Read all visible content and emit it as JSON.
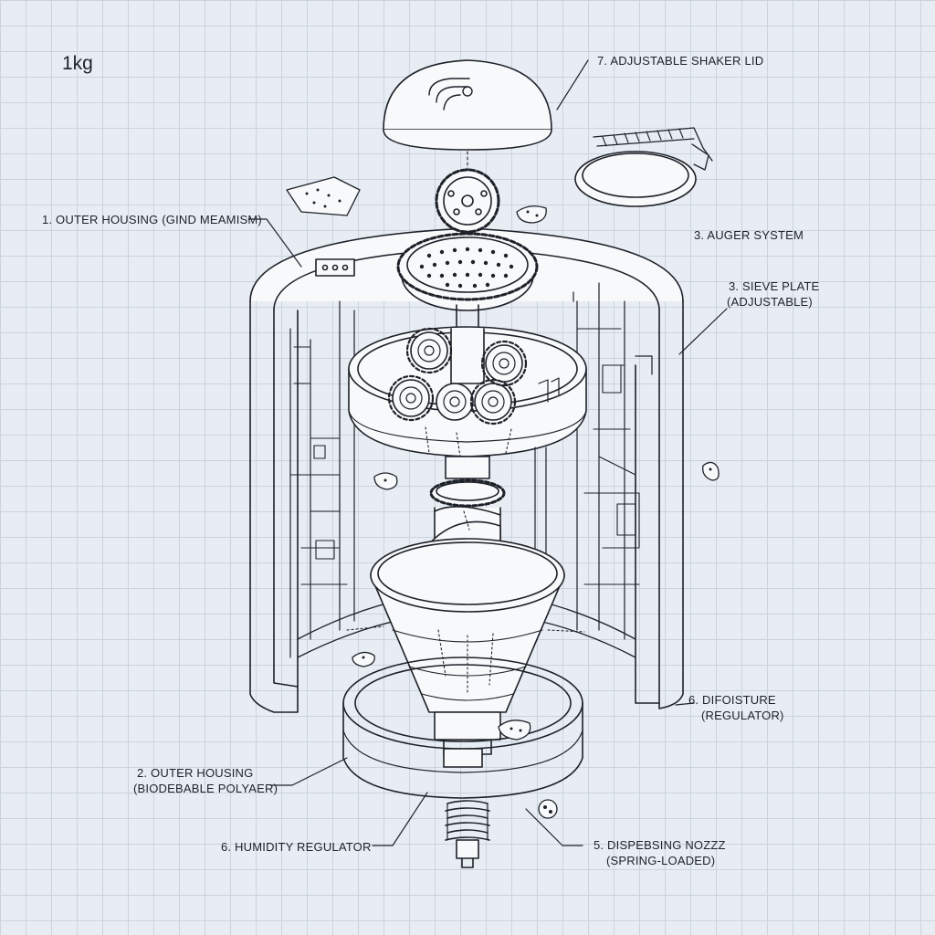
{
  "weight": "1kg",
  "labels": {
    "lid": "7. ADJUSTABLE SHAKER LID",
    "housing1": "1. OUTER HOUSING (GIND MEAMISM)",
    "auger": "3. AUGER SYSTEM",
    "sieve_line1": "3. SIEVE PLATE",
    "sieve_line2": "(ADJUSTABLE)",
    "moisture_line1": "6. DIFOISTURE",
    "moisture_line2": "(REGULATOR)",
    "housing2_line1": "2. OUTER HOUSING",
    "housing2_line2": "(BIODEBABLE POLYAER)",
    "humidity": "6. HUMIDITY REGULATOR",
    "nozzle_line1": "5. DISPEBSING NOZZZ",
    "nozzle_line2": "(SPRING-LOADED)"
  },
  "colors": {
    "paper": "#e8edf3",
    "grid": "#c9d4e0",
    "ink": "#1d2128",
    "fill": "#f7f9fb"
  }
}
